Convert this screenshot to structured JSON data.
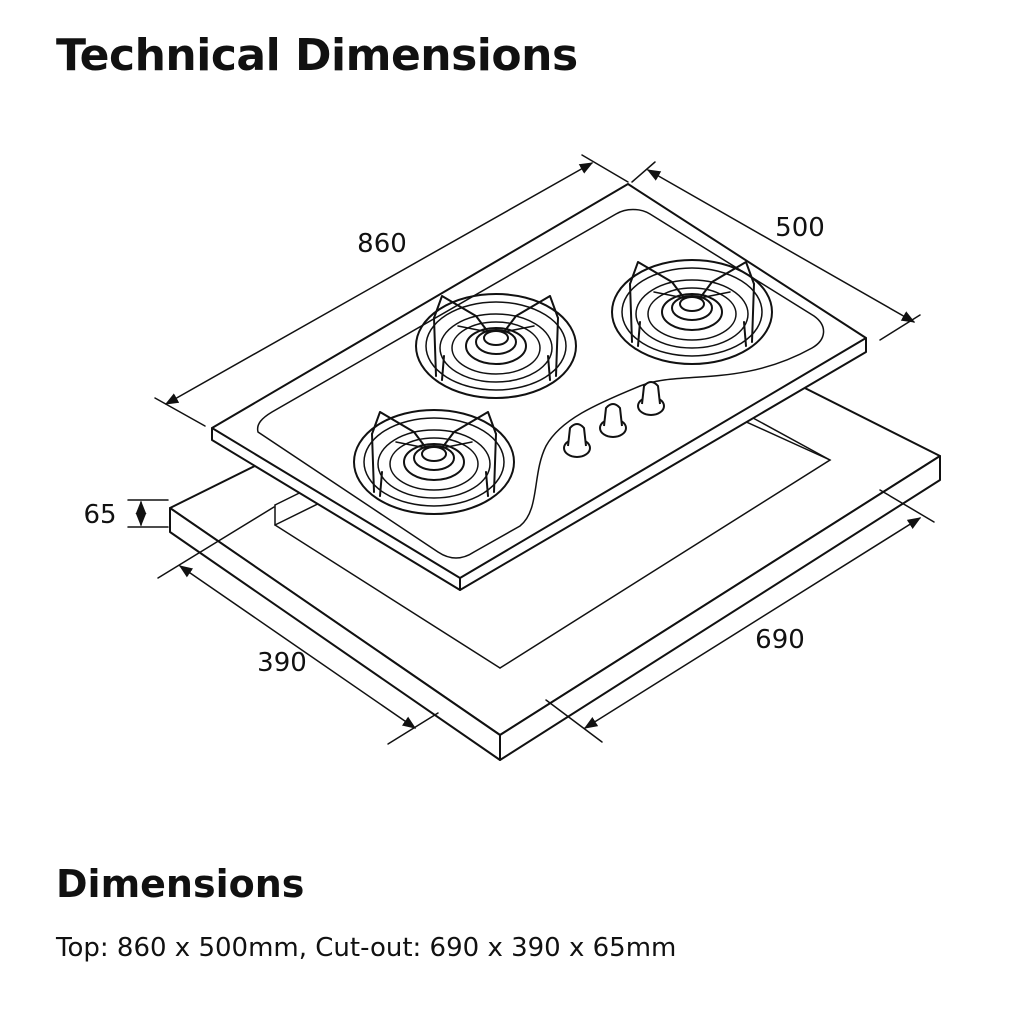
{
  "title": "Technical Dimensions",
  "diagram": {
    "dimensions": {
      "top_width": "860",
      "top_depth": "500",
      "cutout_height": "65",
      "cutout_depth": "390",
      "cutout_width": "690"
    }
  },
  "summary": {
    "heading": "Dimensions",
    "text": "Top: 860 x 500mm, Cut-out: 690 x 390 x 65mm"
  }
}
